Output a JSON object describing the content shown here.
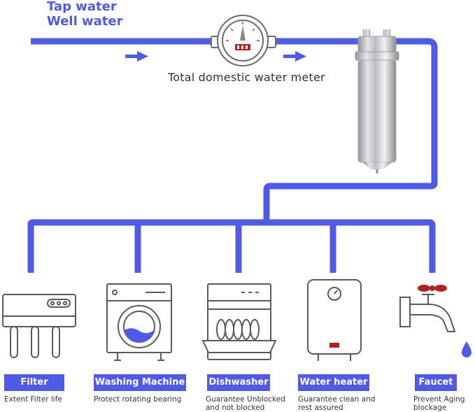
{
  "sources": {
    "line1": "Tap water",
    "line2": "Well water"
  },
  "meter": {
    "caption": "Total domestic water meter"
  },
  "pipe_color": "#4f5be6",
  "appliances": [
    {
      "label": "Filter",
      "description": "Extent Filter life",
      "icon": "water-filter-icon"
    },
    {
      "label": "Washing Machine",
      "description": "Protect rotating bearing",
      "icon": "washing-machine-icon"
    },
    {
      "label": "Dishwasher",
      "description": "Guarantee Unblocked\nand not blocked",
      "icon": "dishwasher-icon"
    },
    {
      "label": "Water heater",
      "description": "Guarantee clean and\nrest assured",
      "icon": "water-heater-icon"
    },
    {
      "label": "Faucet",
      "description": "Prevent Aging\nblockage",
      "icon": "faucet-icon"
    }
  ]
}
